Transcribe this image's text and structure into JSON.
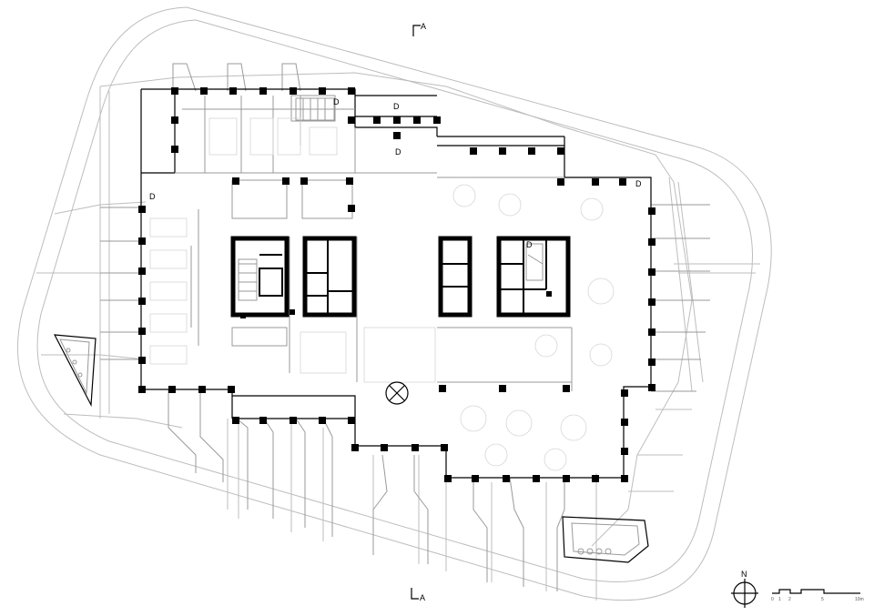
{
  "plan": {
    "section_marker": {
      "top_label": "A",
      "bottom_label": "A"
    },
    "north_arrow": {
      "label": "N"
    },
    "scale_bar": {
      "ticks": [
        "0",
        "1",
        "2",
        "5",
        "10m"
      ]
    },
    "door_tag": "D"
  }
}
